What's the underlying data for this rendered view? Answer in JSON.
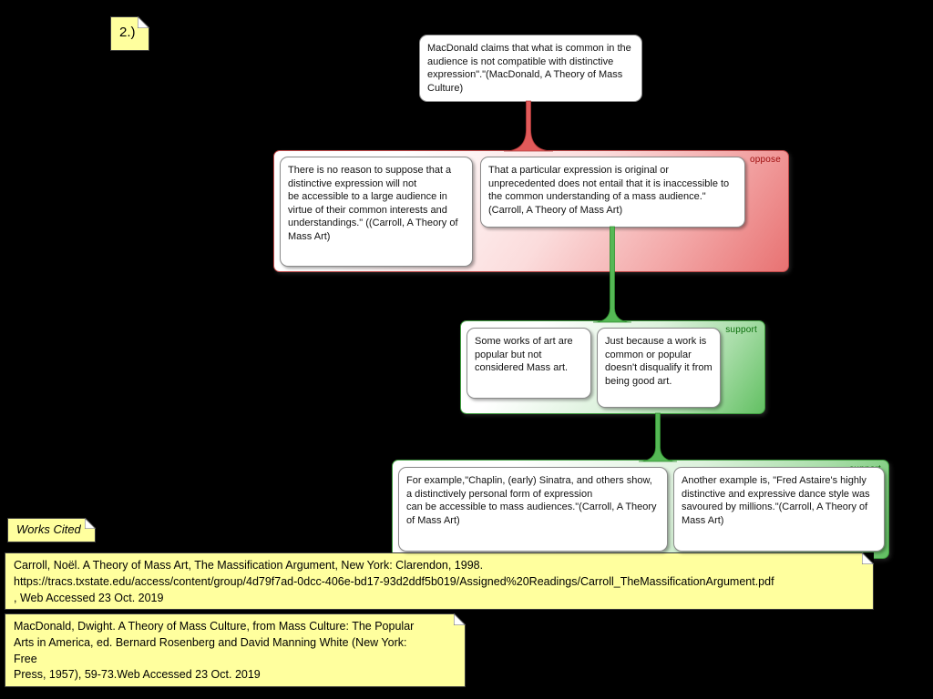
{
  "canvas": {
    "background": "#000000"
  },
  "number_note": {
    "label": "2.)"
  },
  "claim": {
    "text": "MacDonald claims that what is common in the audience is not compatible with distinctive expression\".\"(MacDonald, A Theory of Mass Culture)"
  },
  "oppose_group": {
    "label": "oppose",
    "boxes": [
      {
        "text": "There is no reason to suppose that a distinctive expression will not\nbe accessible to a large audience in virtue of their common interests and understandings.\" ((Carroll, A Theory of Mass Art)"
      },
      {
        "text": "That a particular expression is original or unprecedented does not entail that it is inaccessible to the common understanding of a mass audience.\" (Carroll, A Theory of Mass Art)"
      }
    ]
  },
  "support_group_1": {
    "label": "support",
    "boxes": [
      {
        "text": "Some works of art are popular but not considered Mass art."
      },
      {
        "text": "Just because a work is common or popular doesn't disqualify it from being good art."
      }
    ]
  },
  "support_group_2": {
    "label": "support",
    "boxes": [
      {
        "text": "For example,\"Chaplin, (early) Sinatra, and others show, a distinctively personal form of expression\ncan be accessible to mass audiences.\"(Carroll, A Theory of Mass Art)"
      },
      {
        "text": "Another example is, \"Fred Astaire's highly distinctive and expressive dance style was savoured by millions.\"(Carroll, A Theory of Mass Art)"
      }
    ]
  },
  "works_cited_note": {
    "label": "Works Cited"
  },
  "citations": [
    {
      "text": "Carroll, Noël. A Theory of Mass Art, The Massification Argument, New York: Clarendon, 1998.\nhttps://tracs.txstate.edu/access/content/group/4d79f7ad-0dcc-406e-bd17-93d2ddf5b019/Assigned%20Readings/Carroll_TheMassificationArgument.pdf\n, Web Accessed 23 Oct. 2019"
    },
    {
      "text": "MacDonald, Dwight. A Theory of Mass Culture, from Mass Culture: The Popular\nArts in America, ed. Bernard Rosenberg and David Manning White (New York:\nFree\nPress, 1957), 59-73.Web Accessed 23 Oct. 2019"
    }
  ],
  "colors": {
    "oppose_accent": "#e25a5a",
    "oppose_label": "#9e0c0c",
    "support_accent": "#55b855",
    "support_label": "#0a6e0a",
    "note_background": "#ffff9e",
    "canvas_background": "#000000"
  }
}
